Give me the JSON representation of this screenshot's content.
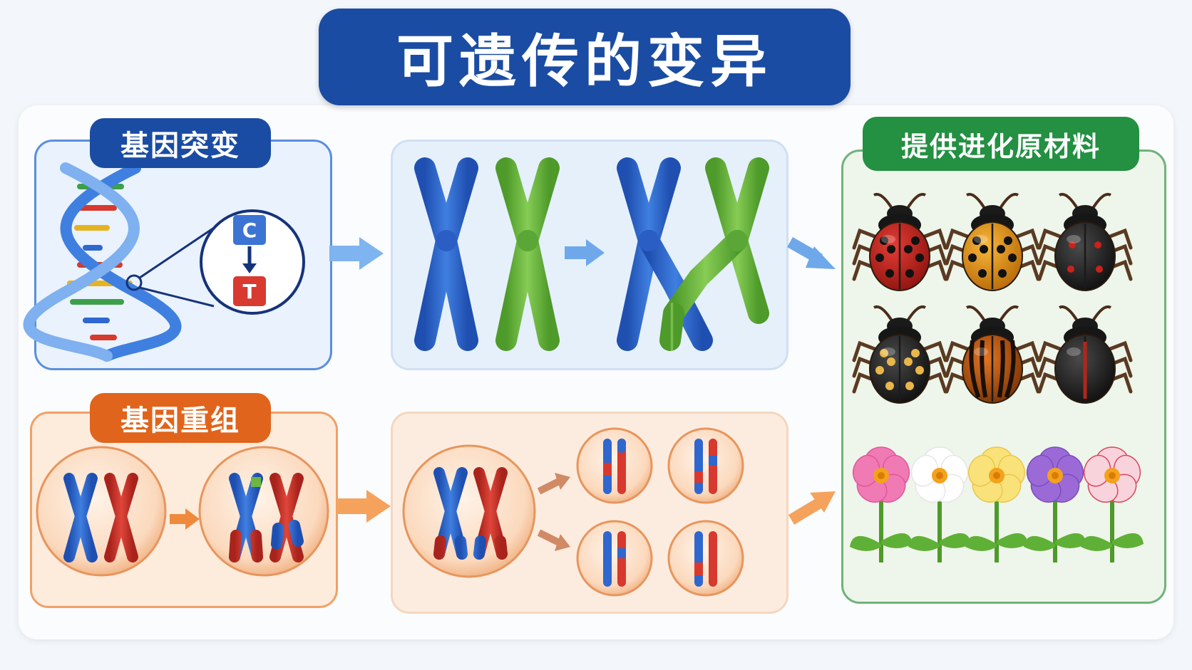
{
  "title": "可遗传的变异",
  "mutation": {
    "label": "基因突变",
    "base_before": "C",
    "base_after": "T"
  },
  "recombination": {
    "label": "基因重组"
  },
  "outcome": {
    "label": "提供进化原材料"
  },
  "colors": {
    "title_bg": "#1a4ca3",
    "mutation_badge": "#1a4ca3",
    "recombination_badge": "#e0641b",
    "outcome_badge": "#239042",
    "chromosome_blue": "#2f67cf",
    "chromosome_green": "#6db640",
    "chromosome_red": "#cf3329"
  }
}
